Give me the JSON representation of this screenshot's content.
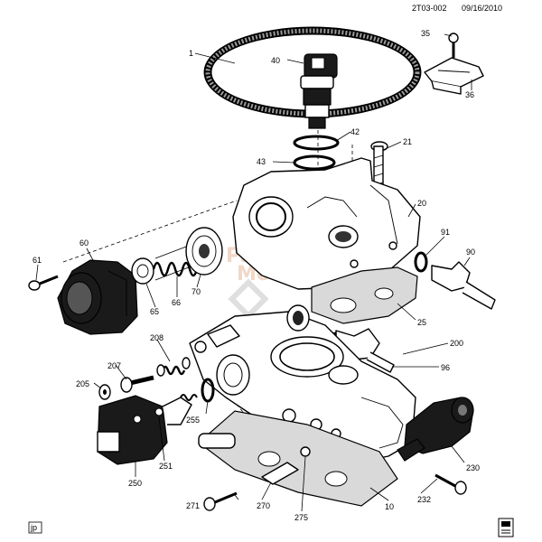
{
  "header": {
    "code": "2T03-002",
    "date": "09/16/2010"
  },
  "footer": {
    "left_tag": "jp"
  },
  "watermark": {
    "text_a": "Parts",
    "text_b": "Motors"
  },
  "callouts": [
    "1",
    "35",
    "36",
    "40",
    "42",
    "43",
    "21",
    "20",
    "91",
    "90",
    "60",
    "61",
    "65",
    "66",
    "70",
    "25",
    "200",
    "96",
    "208",
    "207",
    "205",
    "255",
    "250",
    "251",
    "271",
    "270",
    "275",
    "10",
    "230",
    "232"
  ]
}
